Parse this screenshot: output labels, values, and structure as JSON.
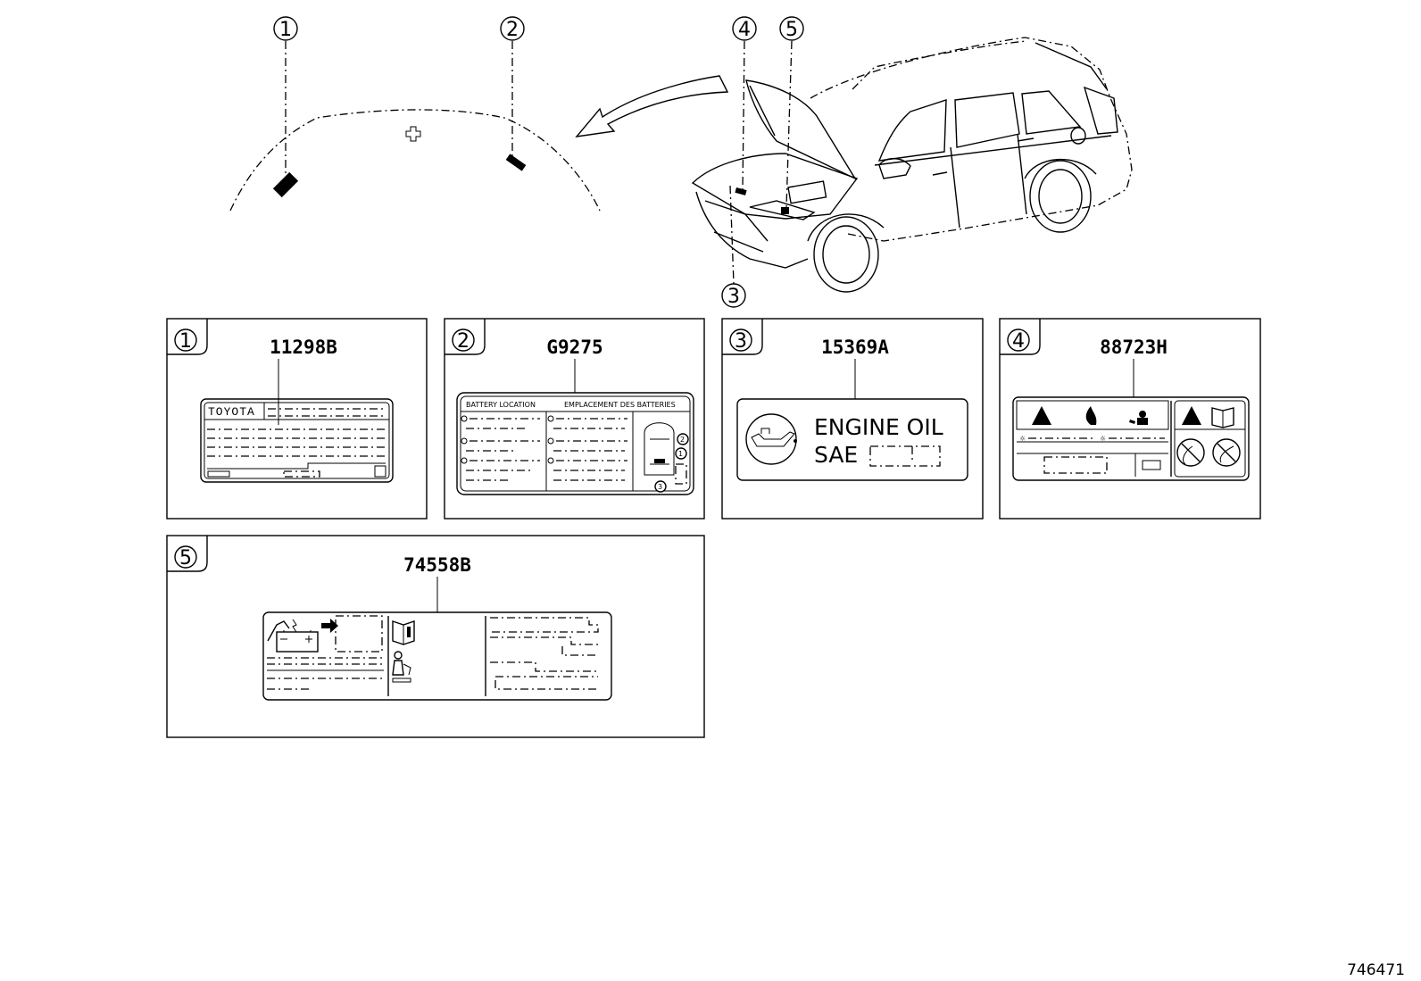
{
  "callouts": [
    "1",
    "2",
    "3",
    "4",
    "5"
  ],
  "labels": [
    {
      "num": "1",
      "part_no": "11298B",
      "brand": "TOYOTA"
    },
    {
      "num": "2",
      "part_no": "G9275",
      "line_left": "BATTERY LOCATION",
      "line_right": "EMPLACEMENT DES BATTERIES"
    },
    {
      "num": "3",
      "part_no": "15369A",
      "line1": "ENGINE  OIL",
      "line2": "SAE"
    },
    {
      "num": "4",
      "part_no": "88723H"
    },
    {
      "num": "5",
      "part_no": "74558B"
    }
  ],
  "ref_number": "746471"
}
